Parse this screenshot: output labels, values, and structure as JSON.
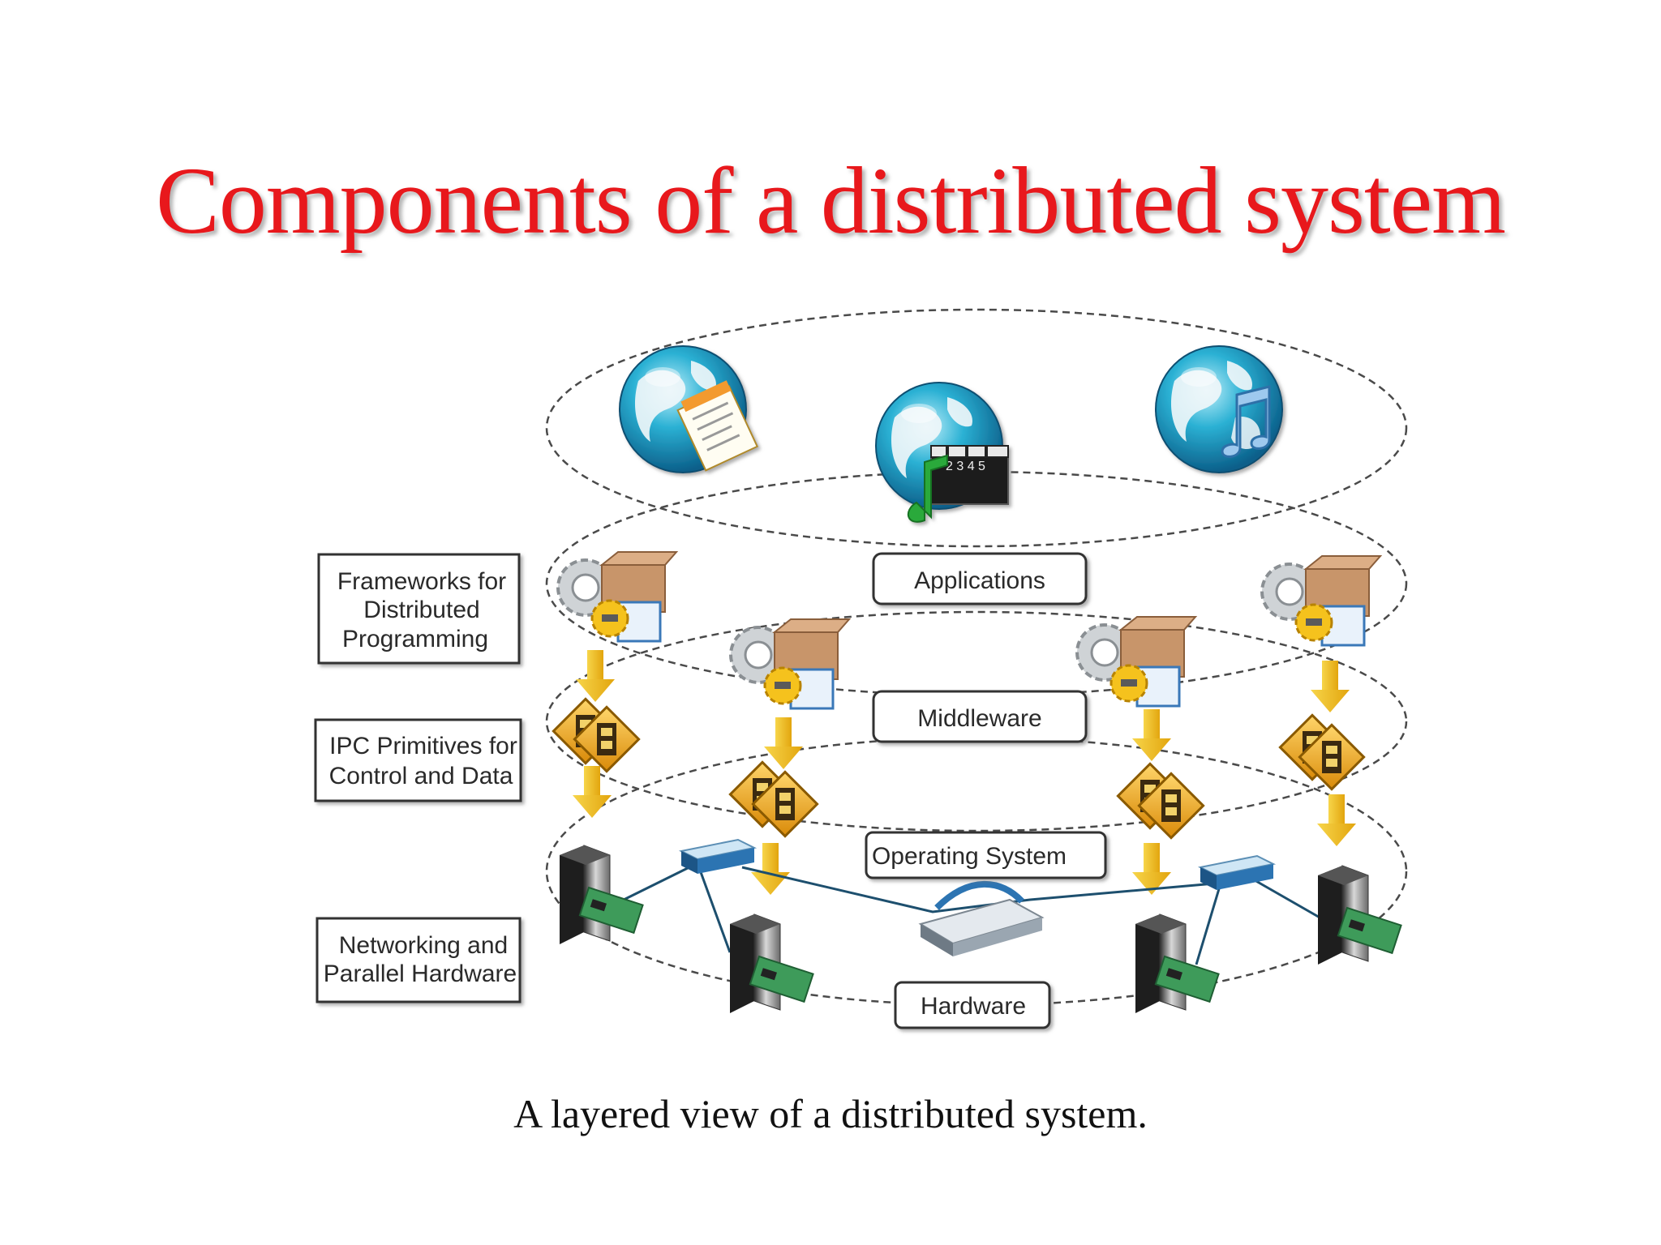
{
  "title": "Components of a distributed system",
  "caption": "A layered view of a distributed system.",
  "side_labels": [
    {
      "lines": [
        "Frameworks for",
        "Distributed",
        "Programming"
      ]
    },
    {
      "lines": [
        "IPC Primitives for",
        "Control and Data"
      ]
    },
    {
      "lines": [
        "Networking and",
        "Parallel Hardware"
      ]
    }
  ],
  "layer_labels": {
    "applications": "Applications",
    "middleware": "Middleware",
    "operating_system": "Operating System",
    "hardware": "Hardware"
  },
  "icons": {
    "applications": [
      "globe-documents-icon",
      "globe-media-icon",
      "globe-music-icon"
    ],
    "middleware": [
      "gears-package-icon"
    ],
    "ipc": [
      "ipc-sign-icon"
    ],
    "hardware": [
      "server-icon",
      "network-card-icon",
      "router-icon",
      "switch-icon"
    ]
  },
  "colors": {
    "title": "#e8181c",
    "arrow": "#f2c21b",
    "ellipse": "#444444"
  }
}
